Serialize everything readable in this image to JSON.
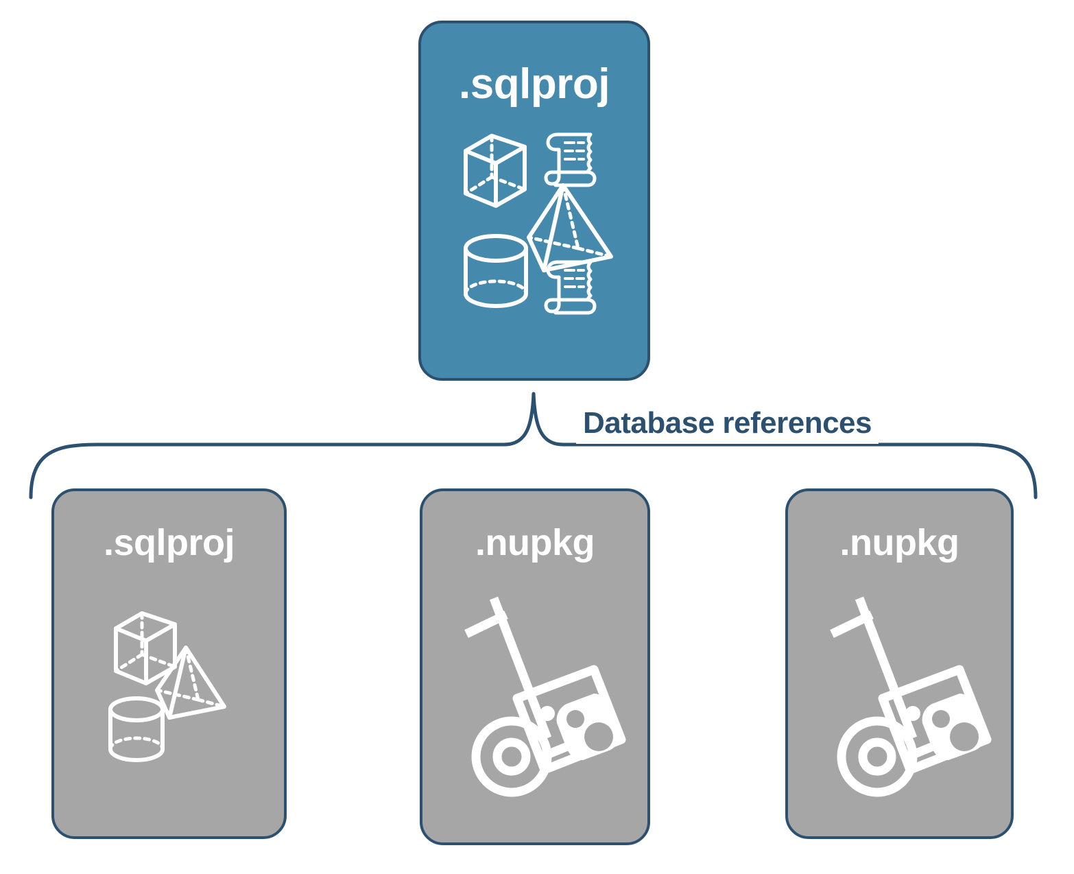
{
  "diagram": {
    "title_label": "Database references",
    "colors": {
      "primary_fill": "#4589ad",
      "secondary_fill": "#a6a6a6",
      "stroke": "#2c5070",
      "icon": "#ffffff",
      "background": "#ffffff"
    },
    "root": {
      "label": ".sqlproj",
      "fill": "primary",
      "icons": [
        "cube-icon",
        "scroll-icon",
        "pyramid-icon",
        "cylinder-icon",
        "scroll-icon"
      ]
    },
    "references": [
      {
        "label": ".sqlproj",
        "fill": "secondary",
        "icons": [
          "cube-icon",
          "pyramid-icon",
          "cylinder-icon"
        ]
      },
      {
        "label": ".nupkg",
        "fill": "secondary",
        "icons": [
          "hand-truck-package-icon"
        ]
      },
      {
        "label": ".nupkg",
        "fill": "secondary",
        "icons": [
          "hand-truck-package-icon"
        ]
      }
    ]
  }
}
